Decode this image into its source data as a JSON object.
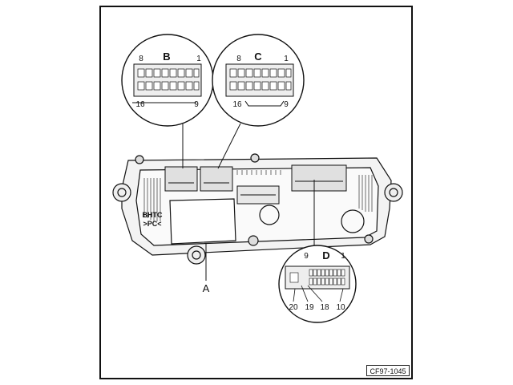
{
  "diagram": {
    "connectors": {
      "B": {
        "letter": "B",
        "pin_top_left": "8",
        "pin_top_right": "1",
        "pin_bottom_left": "16",
        "pin_bottom_right": "9"
      },
      "C": {
        "letter": "C",
        "pin_top_left": "8",
        "pin_top_right": "1",
        "pin_bottom_left": "16",
        "pin_bottom_right": "9"
      },
      "D": {
        "letter": "D",
        "pin_top_left": "9",
        "pin_top_right": "1",
        "pin_bottom": [
          "20",
          "19",
          "18",
          "10"
        ]
      }
    },
    "unit_label_line1": "BHTC",
    "unit_label_line2": ">PC<",
    "callout_a": "A",
    "reference_code": "CF97-1045"
  },
  "colors": {
    "line": "#111111",
    "panel_fill": "#f2f2f2",
    "slot_fill": "#d9d9d9"
  }
}
